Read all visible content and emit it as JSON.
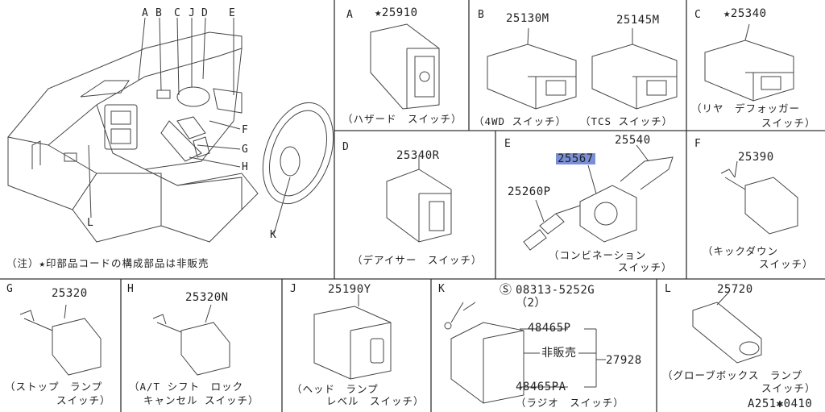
{
  "note": "（注）★印部品コードの構成部品は非販売",
  "ref": "A251✱0410",
  "overview_letters": [
    "A",
    "B",
    "C",
    "J",
    "D",
    "E",
    "F",
    "G",
    "H",
    "L",
    "K"
  ],
  "panels": {
    "A": {
      "letter": "A",
      "part": "★25910",
      "caption": "（ハザード　スイッチ）"
    },
    "B": {
      "letter": "B",
      "part1": "25130M",
      "part2": "25145M",
      "caption1": "（4WD スイッチ）",
      "caption2": "（TCS スイッチ）"
    },
    "C": {
      "letter": "C",
      "part": "★25340",
      "caption1": "（リヤ　デフォッガー",
      "caption2": "スイッチ）"
    },
    "D": {
      "letter": "D",
      "part": "25340R",
      "caption": "（デアイサー　スイッチ）"
    },
    "E": {
      "letter": "E",
      "part_hl": "25567",
      "part2": "25540",
      "part3": "25260P",
      "caption1": "（コンビネーション",
      "caption2": "スイッチ）"
    },
    "F": {
      "letter": "F",
      "part": "25390",
      "caption1": "（キックダウン",
      "caption2": "スイッチ）"
    },
    "G": {
      "letter": "G",
      "part": "25320",
      "caption1": "（ストップ　ランプ",
      "caption2": "スイッチ）"
    },
    "H": {
      "letter": "H",
      "part": "25320N",
      "caption1": "（A/T シフト　ロック",
      "caption2": "キャンセル スイッチ）"
    },
    "J": {
      "letter": "J",
      "part": "25190Y",
      "caption1": "（ヘッド　ランプ",
      "caption2": "レベル　スイッチ）"
    },
    "K": {
      "letter": "K",
      "screw_part": "08313-5252G",
      "screw_qty": "（2）",
      "p1": "48465P",
      "p2": "非販売",
      "p3": "48465PA",
      "assy": "27928",
      "caption": "（ラジオ　スイッチ）"
    },
    "L": {
      "letter": "L",
      "part": "25720",
      "caption1": "（グローブボックス　ランプ",
      "caption2": "スイッチ）"
    }
  }
}
